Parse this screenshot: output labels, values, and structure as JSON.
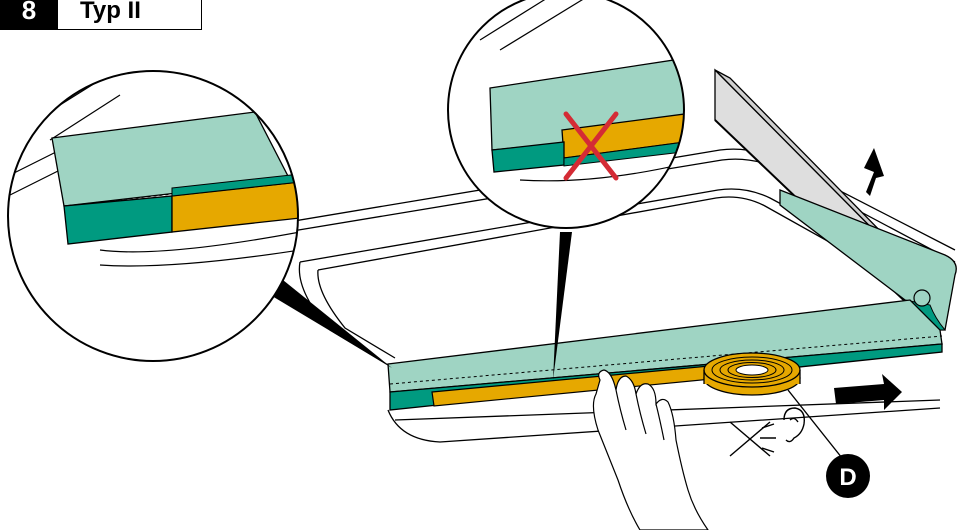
{
  "header": {
    "step_number": "8",
    "title": "Typ II"
  },
  "callouts": {
    "marker_label": "D"
  },
  "colors": {
    "seal_light": "#9fd4c3",
    "seal_dark": "#009a80",
    "tape": "#e6a800",
    "cross": "#d42b35",
    "rail": "#cfcfcf",
    "outline": "#000000"
  },
  "icons": [
    "hand-icon",
    "tape-roll-icon",
    "no-sound-icon",
    "arrow-right-icon",
    "arrow-up-icon",
    "wrong-cross-icon"
  ]
}
